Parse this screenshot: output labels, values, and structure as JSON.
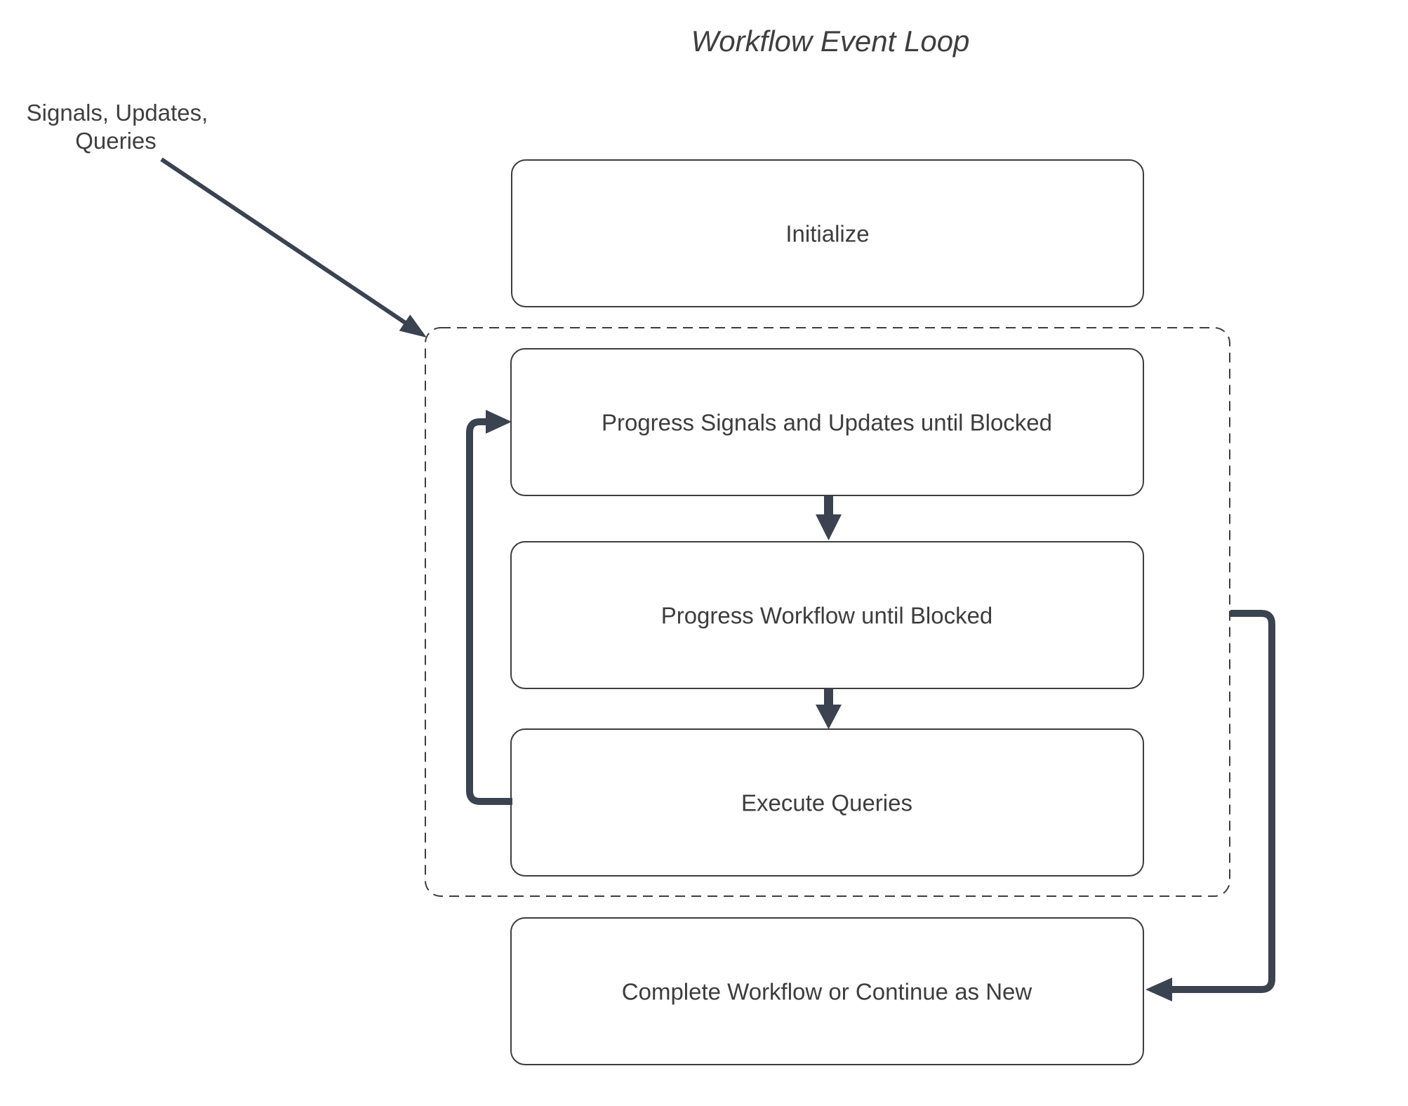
{
  "title": "Workflow Event Loop",
  "annotation": {
    "line1": "Signals, Updates,",
    "line2": "Queries"
  },
  "nodes": {
    "initialize": {
      "label": "Initialize"
    },
    "progress_signals": {
      "label": "Progress Signals and Updates until Blocked"
    },
    "progress_workflow": {
      "label": "Progress Workflow until Blocked"
    },
    "execute_queries": {
      "label": "Execute Queries"
    },
    "complete": {
      "label": "Complete Workflow or Continue as New"
    }
  },
  "colors": {
    "background": "#ffffff",
    "node_border": "#3d3d3d",
    "text": "#3d3d3d",
    "connector": "#3b4250"
  }
}
